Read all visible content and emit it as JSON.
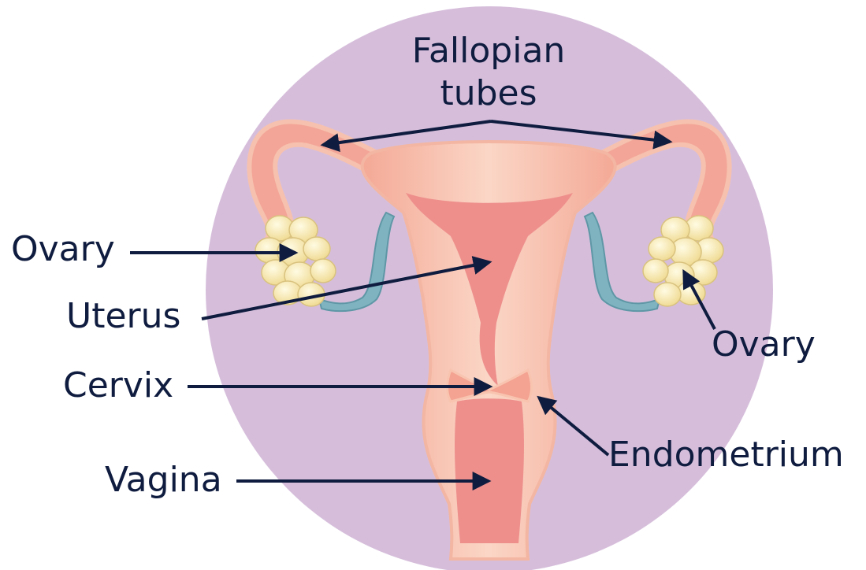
{
  "diagram": {
    "labels": {
      "fallopian_line1": "Fallopian",
      "fallopian_line2": "tubes",
      "ovary_left": "Ovary",
      "uterus": "Uterus",
      "cervix": "Cervix",
      "vagina": "Vagina",
      "ovary_right": "Ovary",
      "endometrium": "Endometrium"
    },
    "colors": {
      "background_circle": "#d6bedb",
      "tissue_outer": "#f6b9a3",
      "tissue_light": "#fbd8c8",
      "cavity": "#ee8f8c",
      "ovary": "#f8ebb6",
      "ligament": "#7fb3c0",
      "label_text": "#0f1c3f",
      "arrow": "#0f1c3f"
    }
  }
}
